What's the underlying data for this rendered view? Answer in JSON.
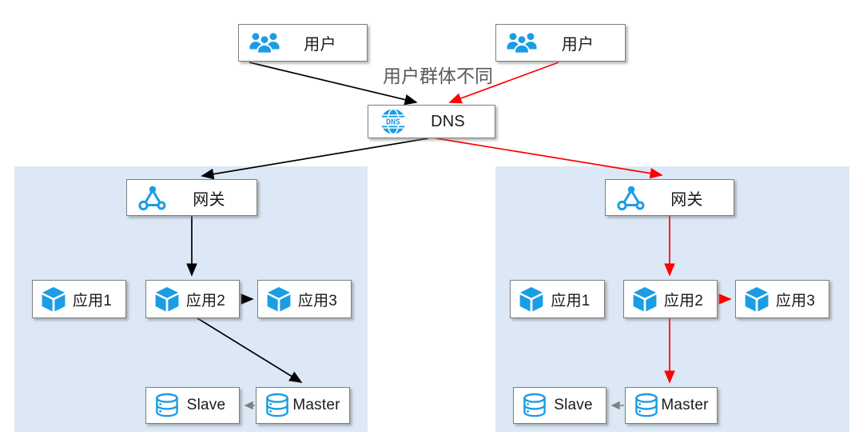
{
  "diagram": {
    "annotation": "用户群体不同",
    "nodes": {
      "user_left": {
        "label": "用户",
        "icon": "users-icon"
      },
      "user_right": {
        "label": "用户",
        "icon": "users-icon"
      },
      "dns": {
        "label": "DNS",
        "icon": "dns-globe-icon"
      },
      "gateway_left": {
        "label": "网关",
        "icon": "gateway-network-icon"
      },
      "gateway_right": {
        "label": "网关",
        "icon": "gateway-network-icon"
      },
      "app1_left": {
        "label": "应用1",
        "icon": "app-cube-icon"
      },
      "app2_left": {
        "label": "应用2",
        "icon": "app-cube-icon"
      },
      "app3_left": {
        "label": "应用3",
        "icon": "app-cube-icon"
      },
      "app1_right": {
        "label": "应用1",
        "icon": "app-cube-icon"
      },
      "app2_right": {
        "label": "应用2",
        "icon": "app-cube-icon"
      },
      "app3_right": {
        "label": "应用3",
        "icon": "app-cube-icon"
      },
      "slave_left": {
        "label": "Slave",
        "icon": "database-icon"
      },
      "master_left": {
        "label": "Master",
        "icon": "database-icon"
      },
      "slave_right": {
        "label": "Slave",
        "icon": "database-icon"
      },
      "master_right": {
        "label": "Master",
        "icon": "database-icon"
      }
    },
    "colors": {
      "icon_blue": "#1b9de3",
      "arrow_black": "#000000",
      "arrow_red": "#ff0000",
      "arrow_gray_dashed": "#808080",
      "panel_background": "#dce8f5",
      "annotation_gray": "#595959",
      "box_border": "#7f7f7f"
    }
  }
}
